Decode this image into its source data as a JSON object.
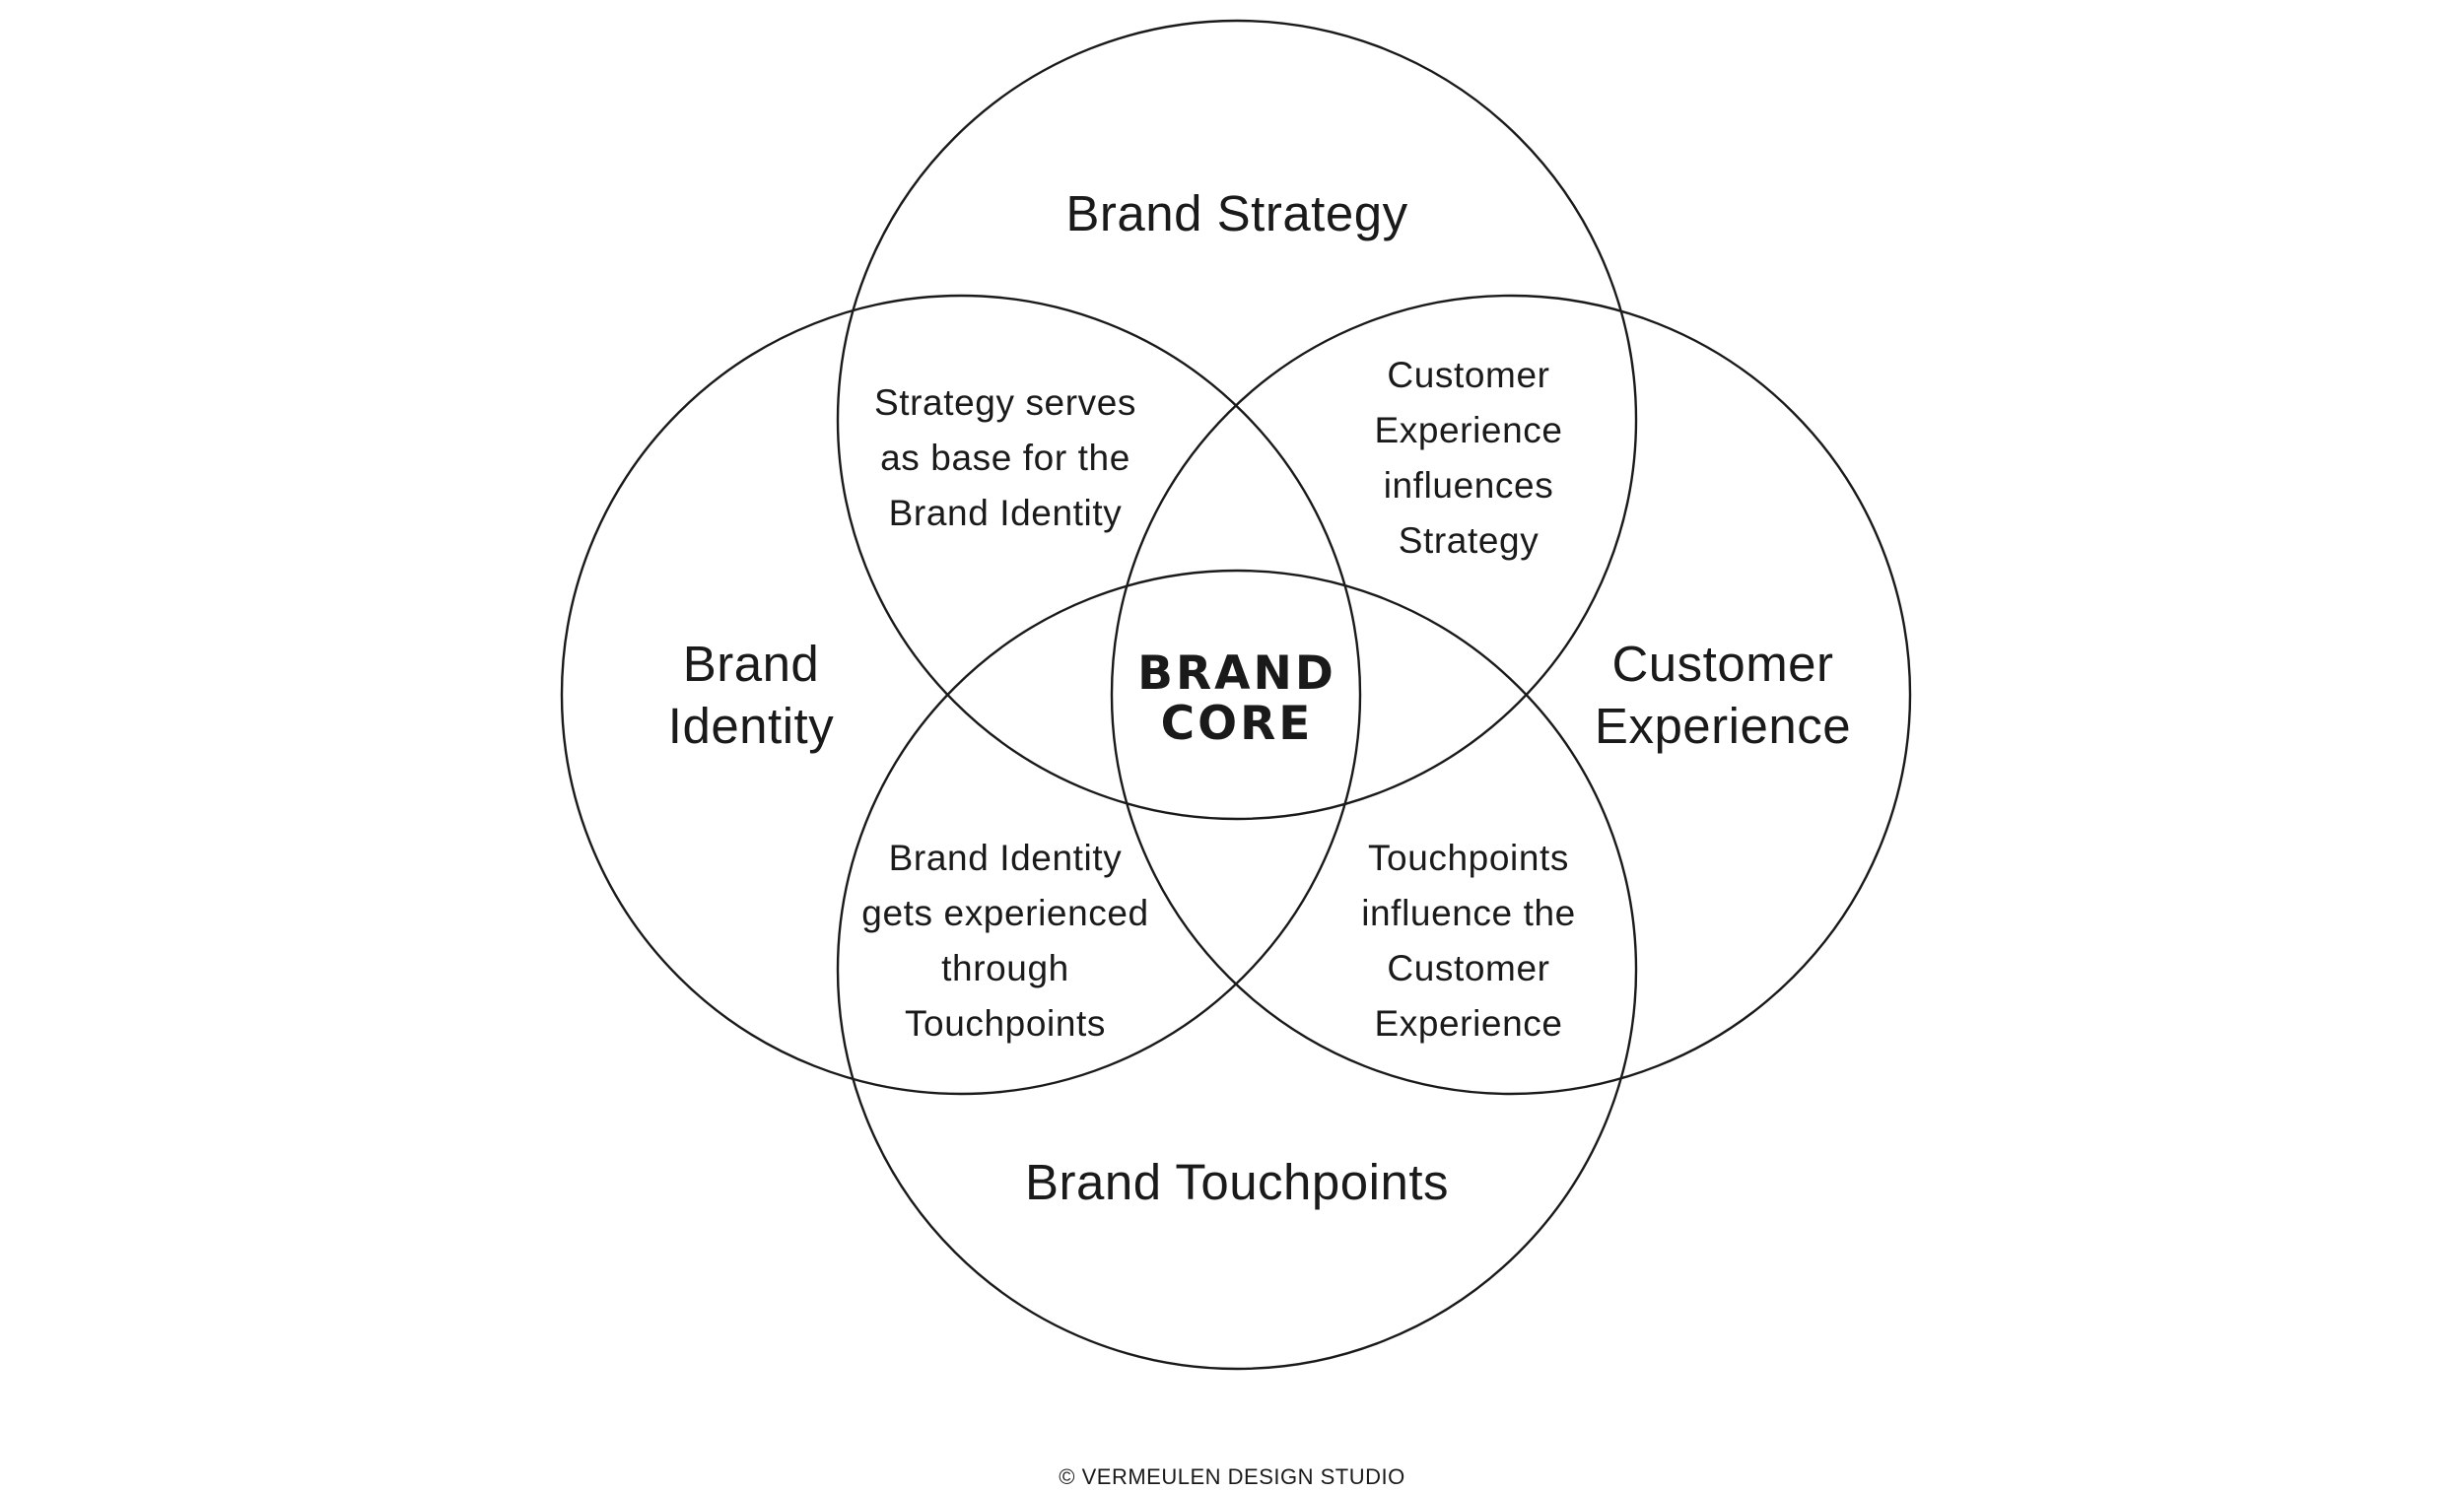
{
  "circles": [
    {
      "name": "Brand Strategy",
      "label_lines": [
        "Brand Strategy"
      ]
    },
    {
      "name": "Brand Identity",
      "label_lines": [
        "Brand",
        "Identity"
      ]
    },
    {
      "name": "Customer Experience",
      "label_lines": [
        "Customer",
        "Experience"
      ]
    },
    {
      "name": "Brand Touchpoints",
      "label_lines": [
        "Brand Touchpoints"
      ]
    }
  ],
  "overlaps": {
    "strategy_identity": [
      "Strategy serves",
      "as base for the",
      "Brand Identity"
    ],
    "strategy_experience": [
      "Customer",
      "Experience",
      "influences",
      "Strategy"
    ],
    "identity_touchpoints": [
      "Brand Identity",
      "gets experienced",
      "through",
      "Touchpoints"
    ],
    "touchpoints_experience": [
      "Touchpoints",
      "influence the",
      "Customer",
      "Experience"
    ]
  },
  "core": [
    "BRAND",
    "CORE"
  ],
  "footer": "© VERMEULEN DESIGN STUDIO",
  "colors": {
    "stroke": "#1a1a1a",
    "background": "#ffffff"
  }
}
